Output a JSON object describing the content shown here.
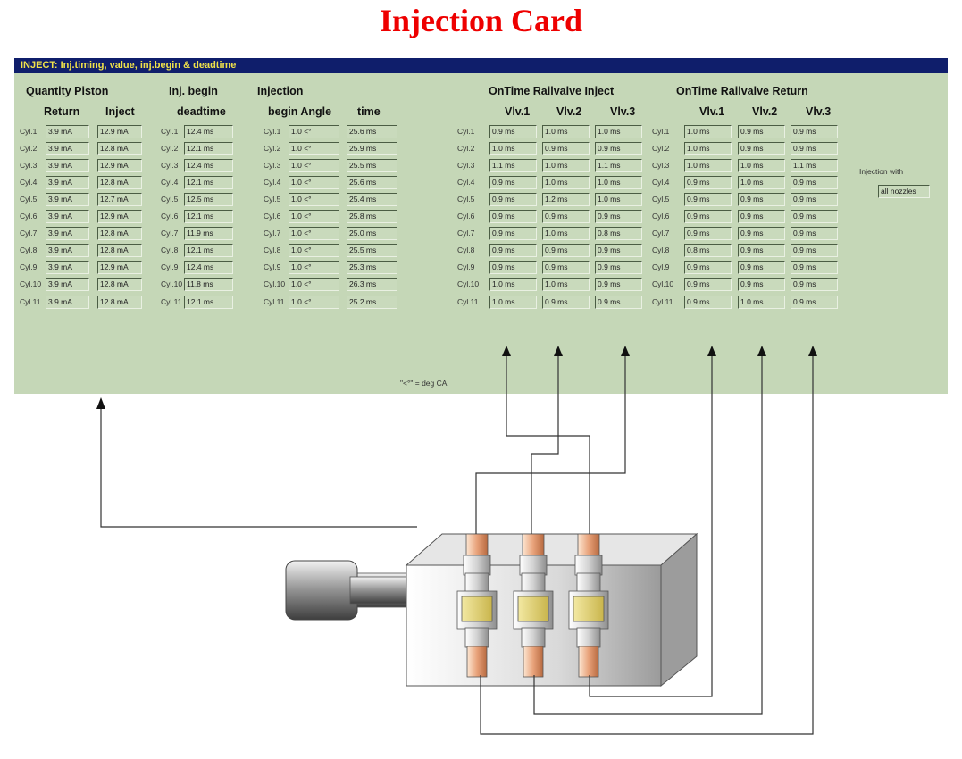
{
  "page_title": "Injection Card",
  "window_title": "INJECT: Inj.timing, value, inj.begin & deadtime",
  "headers": {
    "quantity_piston": "Quantity Piston",
    "return": "Return",
    "inject": "Inject",
    "inj_begin": "Inj. begin",
    "deadtime": "deadtime",
    "injection": "Injection",
    "begin_angle": "begin Angle",
    "time": "time",
    "ontime_inject": "OnTime Railvalve Inject",
    "ontime_return": "OnTime Railvalve Return",
    "vlv1": "Vlv.1",
    "vlv2": "Vlv.2",
    "vlv3": "Vlv.3"
  },
  "cyl_labels": [
    "Cyl.1",
    "Cyl.2",
    "Cyl.3",
    "Cyl.4",
    "Cyl.5",
    "Cyl.6",
    "Cyl.7",
    "Cyl.8",
    "Cyl.9",
    "Cyl.10",
    "Cyl.11"
  ],
  "rows": [
    {
      "ret": "3.9 mA",
      "inj": "12.9 mA",
      "dead": "12.4 ms",
      "angle": "1.0  <°",
      "time": "25.6 ms",
      "iv1": "0.9 ms",
      "iv2": "1.0 ms",
      "iv3": "1.0 ms",
      "rv1": "1.0 ms",
      "rv2": "0.9 ms",
      "rv3": "0.9 ms"
    },
    {
      "ret": "3.9 mA",
      "inj": "12.8 mA",
      "dead": "12.1 ms",
      "angle": "1.0  <°",
      "time": "25.9 ms",
      "iv1": "1.0 ms",
      "iv2": "0.9 ms",
      "iv3": "0.9 ms",
      "rv1": "1.0 ms",
      "rv2": "0.9 ms",
      "rv3": "0.9 ms"
    },
    {
      "ret": "3.9 mA",
      "inj": "12.9 mA",
      "dead": "12.4 ms",
      "angle": "1.0  <°",
      "time": "25.5 ms",
      "iv1": "1.1 ms",
      "iv2": "1.0 ms",
      "iv3": "1.1 ms",
      "rv1": "1.0 ms",
      "rv2": "1.0 ms",
      "rv3": "1.1 ms"
    },
    {
      "ret": "3.9 mA",
      "inj": "12.8 mA",
      "dead": "12.1 ms",
      "angle": "1.0  <°",
      "time": "25.6 ms",
      "iv1": "0.9 ms",
      "iv2": "1.0 ms",
      "iv3": "1.0 ms",
      "rv1": "0.9 ms",
      "rv2": "1.0 ms",
      "rv3": "0.9 ms"
    },
    {
      "ret": "3.9 mA",
      "inj": "12.7 mA",
      "dead": "12.5 ms",
      "angle": "1.0  <°",
      "time": "25.4 ms",
      "iv1": "0.9 ms",
      "iv2": "1.2 ms",
      "iv3": "1.0 ms",
      "rv1": "0.9 ms",
      "rv2": "0.9 ms",
      "rv3": "0.9 ms"
    },
    {
      "ret": "3.9 mA",
      "inj": "12.9 mA",
      "dead": "12.1 ms",
      "angle": "1.0  <°",
      "time": "25.8 ms",
      "iv1": "0.9 ms",
      "iv2": "0.9 ms",
      "iv3": "0.9 ms",
      "rv1": "0.9 ms",
      "rv2": "0.9 ms",
      "rv3": "0.9 ms"
    },
    {
      "ret": "3.9 mA",
      "inj": "12.8 mA",
      "dead": "11.9 ms",
      "angle": "1.0  <°",
      "time": "25.0 ms",
      "iv1": "0.9 ms",
      "iv2": "1.0 ms",
      "iv3": "0.8 ms",
      "rv1": "0.9 ms",
      "rv2": "0.9 ms",
      "rv3": "0.9 ms"
    },
    {
      "ret": "3.9 mA",
      "inj": "12.8 mA",
      "dead": "12.1 ms",
      "angle": "1.0  <°",
      "time": "25.5 ms",
      "iv1": "0.9 ms",
      "iv2": "0.9 ms",
      "iv3": "0.9 ms",
      "rv1": "0.8 ms",
      "rv2": "0.9 ms",
      "rv3": "0.9 ms"
    },
    {
      "ret": "3.9 mA",
      "inj": "12.9 mA",
      "dead": "12.4 ms",
      "angle": "1.0  <°",
      "time": "25.3 ms",
      "iv1": "0.9 ms",
      "iv2": "0.9 ms",
      "iv3": "0.9 ms",
      "rv1": "0.9 ms",
      "rv2": "0.9 ms",
      "rv3": "0.9 ms"
    },
    {
      "ret": "3.9 mA",
      "inj": "12.8 mA",
      "dead": "11.8 ms",
      "angle": "1.0  <°",
      "time": "26.3 ms",
      "iv1": "1.0 ms",
      "iv2": "1.0 ms",
      "iv3": "0.9 ms",
      "rv1": "0.9 ms",
      "rv2": "0.9 ms",
      "rv3": "0.9 ms"
    },
    {
      "ret": "3.9 mA",
      "inj": "12.8 mA",
      "dead": "12.1 ms",
      "angle": "1.0  <°",
      "time": "25.2 ms",
      "iv1": "1.0 ms",
      "iv2": "0.9 ms",
      "iv3": "0.9 ms",
      "rv1": "0.9 ms",
      "rv2": "1.0 ms",
      "rv3": "0.9 ms"
    }
  ],
  "injection_with_label": "Injection with",
  "injection_with_value": "all nozzles",
  "footnote": "\"<°\" = deg CA"
}
